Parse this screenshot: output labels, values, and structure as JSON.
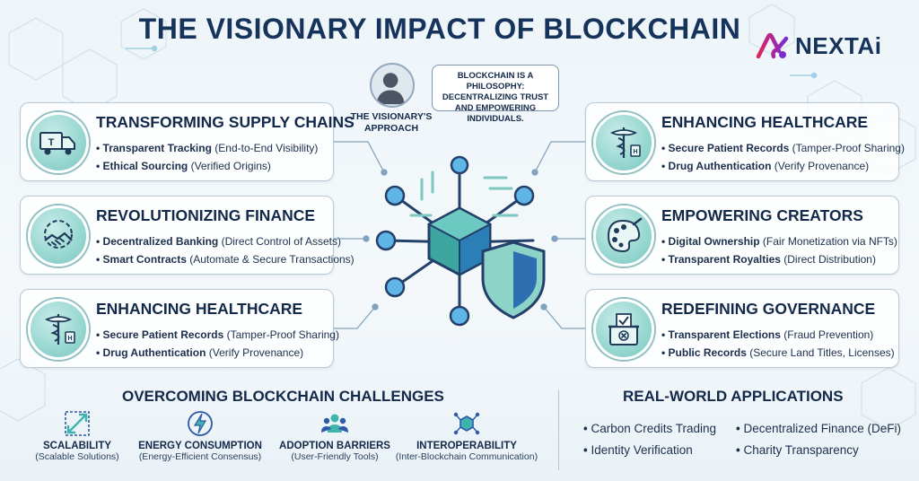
{
  "header": {
    "title": "THE VISIONARY IMPACT OF BLOCKCHAIN",
    "logo_text": "NEXTAi"
  },
  "visionary": {
    "label": "THE VISIONARY'S APPROACH",
    "quote": "BLOCKCHAIN IS A PHILOSOPHY: DECENTRALIZING TRUST AND EMPOWERING INDIVIDUALS."
  },
  "cards": [
    {
      "title": "TRANSFORMING SUPPLY CHAINS",
      "icon": "truck-icon",
      "items": [
        {
          "bold": "Transparent Tracking",
          "rest": " (End-to-End Visibility)"
        },
        {
          "bold": "Ethical Sourcing",
          "rest": " (Verified Origins)"
        }
      ]
    },
    {
      "title": "REVOLUTIONIZING FINANCE",
      "icon": "handshake-gear-icon",
      "items": [
        {
          "bold": "Decentralized Banking",
          "rest": " (Direct Control of Assets)"
        },
        {
          "bold": "Smart Contracts",
          "rest": " (Automate & Secure Transactions)"
        }
      ]
    },
    {
      "title": "ENHANCING HEALTHCARE",
      "icon": "caduceus-icon",
      "items": [
        {
          "bold": "Secure Patient Records",
          "rest": " (Tamper-Proof Sharing)"
        },
        {
          "bold": "Drug Authentication",
          "rest": " (Verify Provenance)"
        }
      ]
    },
    {
      "title": "ENHANCING HEALTHCARE",
      "icon": "caduceus-icon",
      "items": [
        {
          "bold": "Secure Patient Records",
          "rest": " (Tamper-Proof Sharing)"
        },
        {
          "bold": "Drug Authentication",
          "rest": " (Verify Provenance)"
        }
      ]
    },
    {
      "title": "EMPOWERING CREATORS",
      "icon": "palette-icon",
      "items": [
        {
          "bold": "Digital Ownership",
          "rest": " (Fair Monetization via NFTs)"
        },
        {
          "bold": "Transparent Royalties",
          "rest": " (Direct Distribution)"
        }
      ]
    },
    {
      "title": "REDEFINING GOVERNANCE",
      "icon": "ballot-box-icon",
      "items": [
        {
          "bold": "Transparent Elections",
          "rest": " (Fraud Prevention)"
        },
        {
          "bold": "Public Records",
          "rest": " (Secure Land Titles, Licenses)"
        }
      ]
    }
  ],
  "challenges": {
    "title": "OVERCOMING BLOCKCHAIN CHALLENGES",
    "items": [
      {
        "title": "SCALABILITY",
        "sub": "(Scalable Solutions)",
        "icon": "expand-arrows-icon"
      },
      {
        "title": "ENERGY CONSUMPTION",
        "sub": "(Energy-Efficient Consensus)",
        "icon": "lightning-icon"
      },
      {
        "title": "ADOPTION BARRIERS",
        "sub": "(User-Friendly Tools)",
        "icon": "users-icon"
      },
      {
        "title": "INTEROPERABILITY",
        "sub": "(Inter-Blockchain Communication)",
        "icon": "network-cube-icon"
      }
    ]
  },
  "applications": {
    "title": "REAL-WORLD APPLICATIONS",
    "items": [
      "Carbon Credits Trading",
      "Decentralized Finance (DeFi)",
      "Identity Verification",
      "Charity Transparency"
    ]
  },
  "colors": {
    "navy": "#13294a",
    "teal": "#3fb3ad",
    "blue": "#2d5aa8",
    "logo_red": "#e0255a",
    "logo_purple": "#7a2bd1"
  }
}
